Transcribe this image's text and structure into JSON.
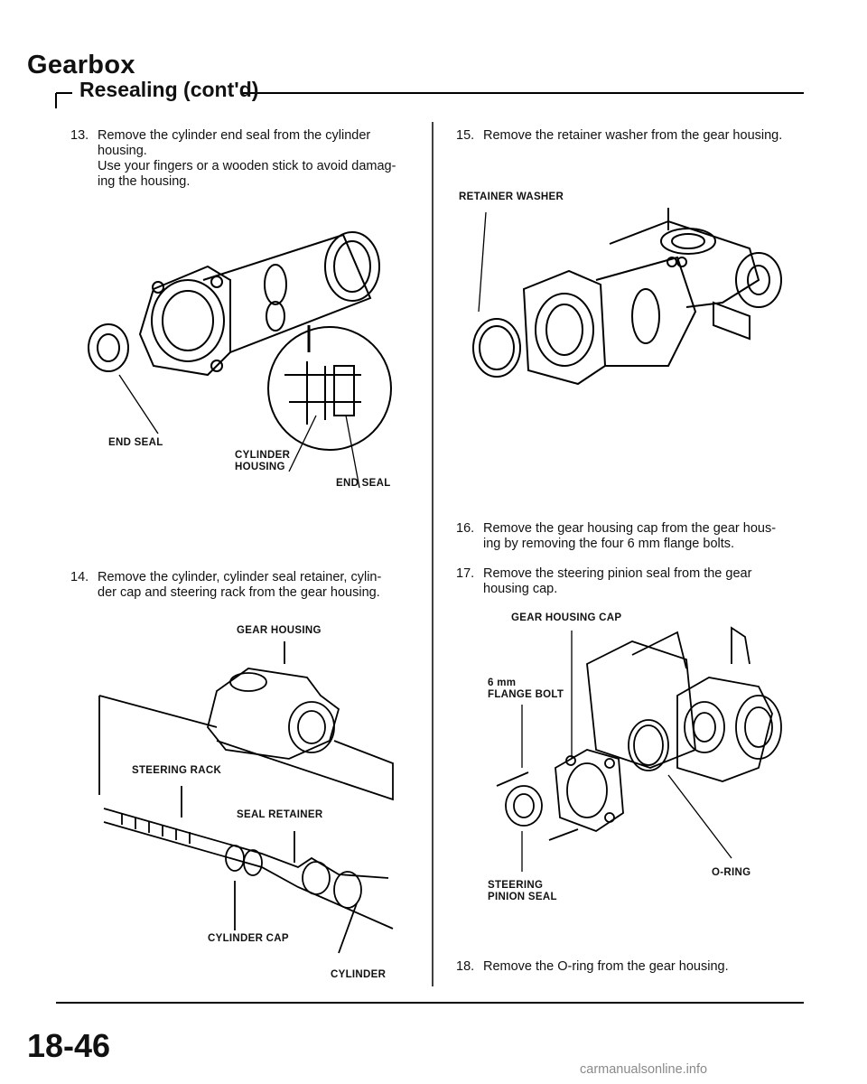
{
  "header": {
    "title": "Gearbox",
    "subtitle": "Resealing (cont'd)"
  },
  "steps": [
    {
      "num": "13.",
      "text": "Remove the cylinder end seal from the cylinder\nhousing.\nUse your fingers or a wooden stick to avoid damag-\ning the housing."
    },
    {
      "num": "14.",
      "text": "Remove the cylinder, cylinder seal retainer, cylin-\nder cap and steering rack from the gear housing."
    },
    {
      "num": "15.",
      "text": "Remove the retainer washer from the gear housing."
    },
    {
      "num": "16.",
      "text": "Remove the gear housing cap from the gear hous-\ning by removing the four 6 mm flange bolts."
    },
    {
      "num": "17.",
      "text": "Remove the steering pinion seal from the gear\nhousing cap."
    },
    {
      "num": "18.",
      "text": "Remove the O-ring from the gear housing."
    }
  ],
  "figures": {
    "fig13": {
      "end_seal_left": "END SEAL",
      "cylinder_housing": "CYLINDER\nHOUSING",
      "end_seal_right": "END SEAL"
    },
    "fig14": {
      "gear_housing": "GEAR HOUSING",
      "steering_rack": "STEERING RACK",
      "seal_retainer": "SEAL RETAINER",
      "cylinder_cap": "CYLINDER CAP",
      "cylinder": "CYLINDER"
    },
    "fig15": {
      "retainer_washer": "RETAINER WASHER"
    },
    "fig17": {
      "gear_housing_cap": "GEAR HOUSING CAP",
      "flange_bolt": "6 mm\nFLANGE BOLT",
      "pinion_seal": "STEERING\nPINION SEAL",
      "o_ring": "O-RING"
    }
  },
  "footer": {
    "page_number": "18-46",
    "watermark": "carmanualsonline.info"
  }
}
